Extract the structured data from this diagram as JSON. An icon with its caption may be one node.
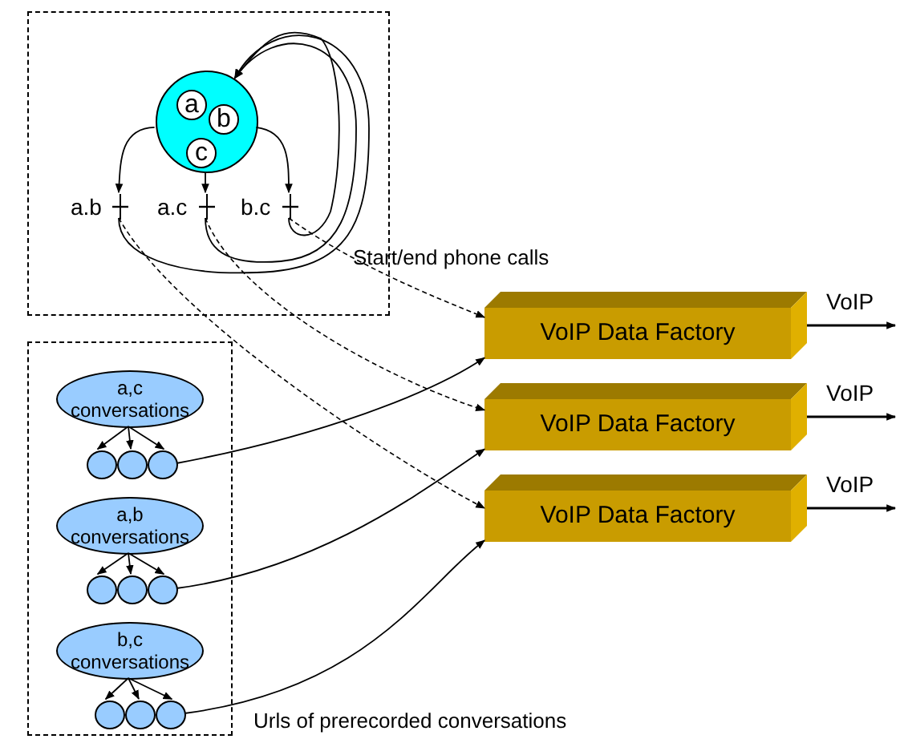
{
  "diagram": {
    "nodes": [
      {
        "text": [],
        "shape": "box"
      },
      {
        "text": [],
        "shape": "circle",
        "in": 0
      },
      {
        "text": [
          "a"
        ],
        "in": 1
      },
      {
        "text": [
          "b"
        ],
        "in": 1
      },
      {
        "text": [
          "c"
        ],
        "in": 1
      },
      {
        "text": [
          "a.b"
        ],
        "in": 0
      },
      {
        "text": [
          "a.c"
        ],
        "in": 0
      },
      {
        "text": [
          "b.c"
        ],
        "in": 0
      },
      {
        "text": [],
        "shape": "box"
      },
      {
        "text": [
          "a,c conversations"
        ],
        "in": 8
      },
      {
        "text": [],
        "shape": "ellipse",
        "in": 8
      },
      {
        "text": [],
        "shape": "ellipse",
        "in": 8
      },
      {
        "text": [],
        "shape": "ellipse",
        "in": 8
      },
      {
        "text": [
          "a,b conversations"
        ],
        "in": 8
      },
      {
        "text": [],
        "shape": "ellipse",
        "in": 8
      },
      {
        "text": [],
        "shape": "ellipse",
        "in": 8
      },
      {
        "text": [],
        "shape": "ellipse",
        "in": 8
      },
      {
        "text": [
          "b,c conversations"
        ],
        "in": 8
      },
      {
        "text": [],
        "shape": "ellipse",
        "in": 8
      },
      {
        "text": [],
        "shape": "ellipse",
        "in": 8
      },
      {
        "text": [],
        "shape": "ellipse",
        "in": 8
      },
      {
        "text": [
          "VoIP Data Factory"
        ]
      },
      {
        "text": [
          "VoIP Data Factory"
        ]
      },
      {
        "text": [
          "VoIP Data Factory"
        ]
      }
    ],
    "edges": [
      {
        "from": 1,
        "to": 5,
        "arrow": "to"
      },
      {
        "from": 1,
        "to": 6,
        "arrow": "to"
      },
      {
        "from": 1,
        "to": 7,
        "arrow": "to"
      },
      {
        "from": 5,
        "to": 1,
        "arrow": "to"
      },
      {
        "from": 6,
        "to": 1,
        "arrow": "to"
      },
      {
        "from": 7,
        "to": 1,
        "arrow": "to"
      },
      {
        "from": 5,
        "to": 23,
        "arrow": "to",
        "style": "dashed"
      },
      {
        "from": 6,
        "to": 22,
        "arrow": "to",
        "style": "dashed"
      },
      {
        "from": 7,
        "to": 21,
        "arrow": "to",
        "style": "dashed"
      },
      {
        "from": 12,
        "to": 21,
        "arrow": "to"
      },
      {
        "from": 16,
        "to": 22,
        "arrow": "to"
      },
      {
        "from": 20,
        "to": 23,
        "arrow": "to"
      },
      {
        "from": 9,
        "to": 10,
        "arrow": "to"
      },
      {
        "from": 9,
        "to": 11,
        "arrow": "to"
      },
      {
        "from": 9,
        "to": 12,
        "arrow": "to"
      },
      {
        "from": 13,
        "to": 14,
        "arrow": "to"
      },
      {
        "from": 13,
        "to": 15,
        "arrow": "to"
      },
      {
        "from": 13,
        "to": 16,
        "arrow": "to"
      },
      {
        "from": 17,
        "to": 18,
        "arrow": "to"
      },
      {
        "from": 17,
        "to": 19,
        "arrow": "to"
      },
      {
        "from": 17,
        "to": 20,
        "arrow": "to"
      },
      {
        "from": 21,
        "to": null,
        "arrow": "to",
        "label": "VoIP"
      },
      {
        "from": 22,
        "to": null,
        "arrow": "to",
        "label": "VoIP"
      },
      {
        "from": 23,
        "to": null,
        "arrow": "to",
        "label": "VoIP"
      }
    ],
    "labels": [
      "Start/end phone calls",
      "Urls of prerecorded conversations"
    ]
  }
}
